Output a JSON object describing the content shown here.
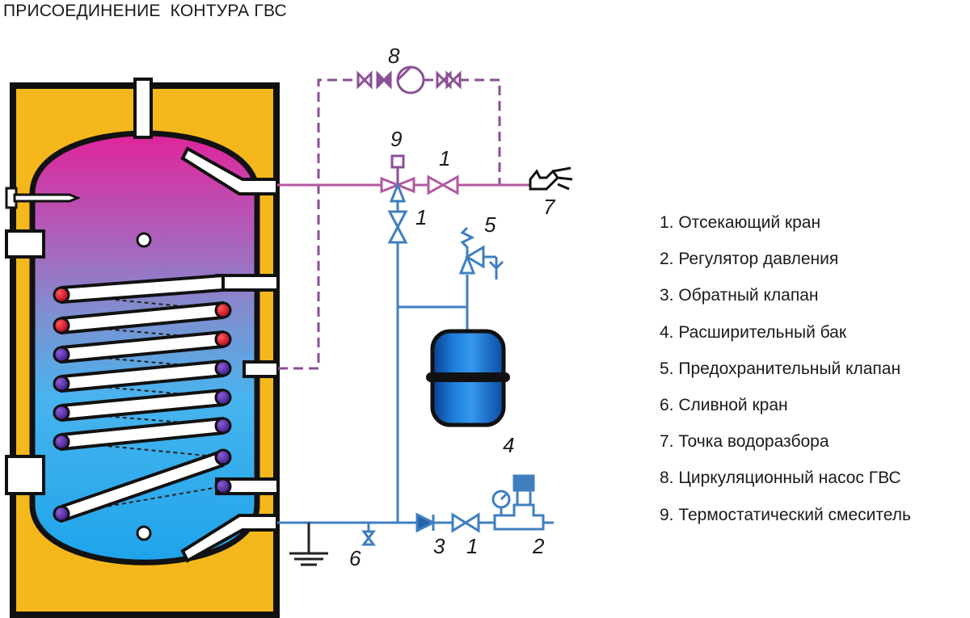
{
  "title": "ПРИСОЕДИНЕНИЕ  КОНТУРА ГВС",
  "legend": [
    "1. Отсекающий кран",
    "2. Регулятор давления",
    "3. Обратный клапан",
    "4. Расширительный бак",
    "5. Предохранительный клапан",
    "6. Сливной кран",
    "7. Точка водоразбора",
    "8. Циркуляционный насос ГВС",
    "9. Термостатический смеситель"
  ],
  "callouts": {
    "pump": "8",
    "mixer": "9",
    "valve_hot": "1",
    "valve_vertical": "1",
    "safety_valve": "5",
    "tap": "7",
    "expansion_tank": "4",
    "drain": "6",
    "check_valve": "3",
    "valve_cold": "1",
    "pressure_reg": "2"
  },
  "colors": {
    "casing": "#f4b81c",
    "outline": "#111111",
    "hot": "#e0249a",
    "cold": "#29a8e8",
    "hot_pipe": "#b3589f",
    "cold_pipe": "#3f7fc0",
    "recirc": "#8a4f96",
    "tank": "#1466c4"
  }
}
